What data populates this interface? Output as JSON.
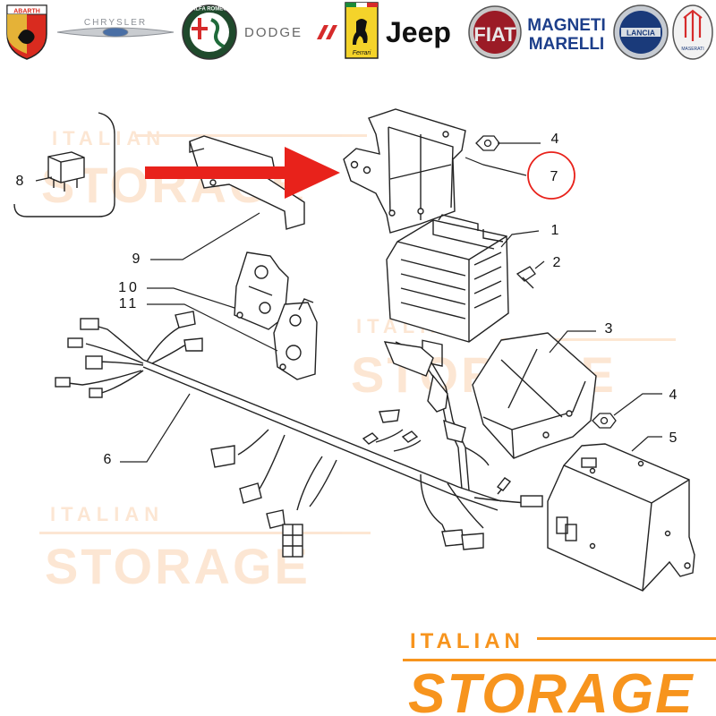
{
  "brands": {
    "abarth": "ABARTH",
    "chrysler": "CHRYSLER",
    "alfa": "ALFA ROMEO",
    "dodge": "DODGE",
    "ferrari": "Ferrari",
    "jeep": "Jeep",
    "fiat": "FIAT",
    "magneti_1": "MAGNETI",
    "magneti_2": "MARELLI",
    "lancia": "LANCIA",
    "maserati": "MASERATI"
  },
  "watermark": {
    "line1": "ITALIAN",
    "line2": "STORAGE"
  },
  "logo": {
    "line1": "ITALIAN",
    "line2": "STORAGE"
  },
  "callouts": {
    "c1": "1",
    "c2": "2",
    "c3": "3",
    "c4a": "4",
    "c4b": "4",
    "c5": "5",
    "c6": "6",
    "c7": "7",
    "c8": "8",
    "c9": "9",
    "c10": "10",
    "c11": "11"
  },
  "colors": {
    "accent": "#f7941d",
    "arrow": "#e8221b",
    "highlight_circle": "#e8221b",
    "line": "#222222",
    "watermark": "#fbd7b6"
  }
}
